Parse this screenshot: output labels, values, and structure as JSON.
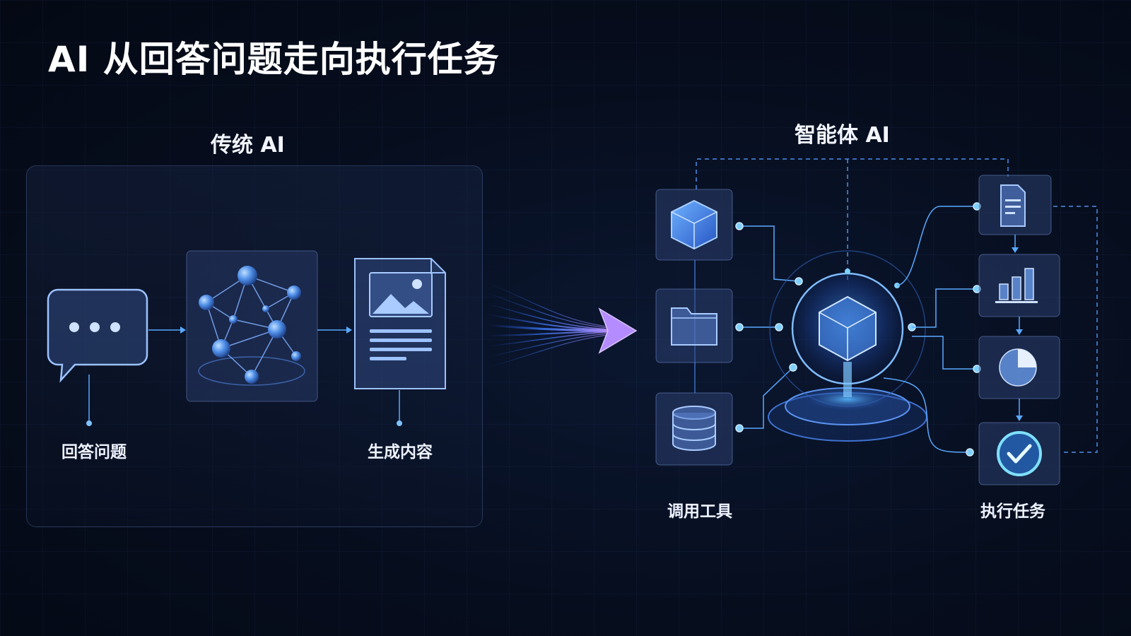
{
  "title": "AI 从回答问题走向执行任务",
  "left": {
    "title": "传统 AI",
    "label_answer": "回答问题",
    "label_generate": "生成内容"
  },
  "right": {
    "title": "智能体 AI",
    "label_tools": "调用工具",
    "label_execute": "执行任务"
  },
  "colors": {
    "accent": "#5aa9ff",
    "glow": "#3a7dff",
    "arrow_start": "#2a6cff",
    "arrow_end": "#b48cff"
  }
}
